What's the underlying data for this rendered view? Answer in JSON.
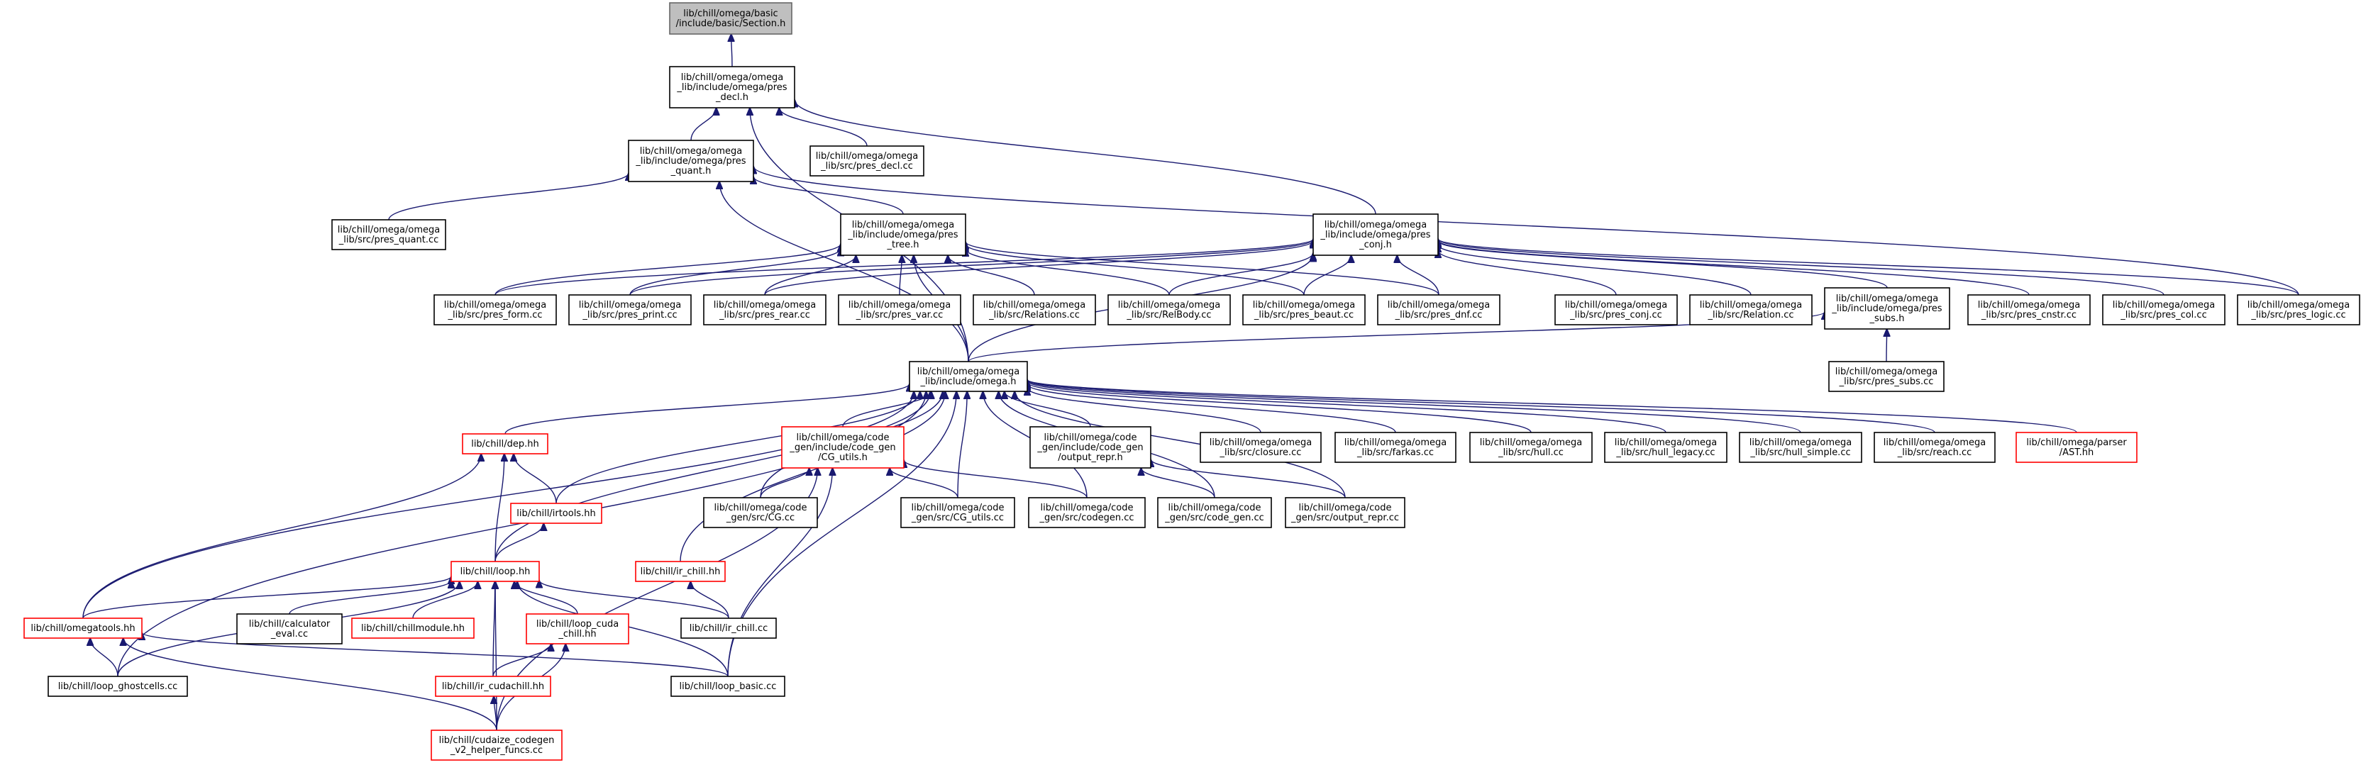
{
  "colors": {
    "edge": "#191970",
    "root_fill": "#bfbfbf",
    "root_stroke": "#666666",
    "normal_stroke": "#000000",
    "red_stroke": "#ff0000"
  },
  "nodes": [
    {
      "id": "n_section",
      "lines": [
        "lib/chill/omega/basic",
        "/include/basic/Section.h"
      ],
      "style": "root"
    },
    {
      "id": "n_pres_decl_h",
      "lines": [
        "lib/chill/omega/omega",
        "_lib/include/omega/pres",
        "_decl.h"
      ],
      "style": "normal"
    },
    {
      "id": "n_pres_quant_h",
      "lines": [
        "lib/chill/omega/omega",
        "_lib/include/omega/pres",
        "_quant.h"
      ],
      "style": "normal"
    },
    {
      "id": "n_pres_decl_cc",
      "lines": [
        "lib/chill/omega/omega",
        "_lib/src/pres_decl.cc"
      ],
      "style": "normal"
    },
    {
      "id": "n_pres_quant_cc",
      "lines": [
        "lib/chill/omega/omega",
        "_lib/src/pres_quant.cc"
      ],
      "style": "normal"
    },
    {
      "id": "n_pres_tree_h",
      "lines": [
        "lib/chill/omega/omega",
        "_lib/include/omega/pres",
        "_tree.h"
      ],
      "style": "normal"
    },
    {
      "id": "n_pres_conj_h",
      "lines": [
        "lib/chill/omega/omega",
        "_lib/include/omega/pres",
        "_conj.h"
      ],
      "style": "normal"
    },
    {
      "id": "n_pres_form_cc",
      "lines": [
        "lib/chill/omega/omega",
        "_lib/src/pres_form.cc"
      ],
      "style": "normal"
    },
    {
      "id": "n_pres_print_cc",
      "lines": [
        "lib/chill/omega/omega",
        "_lib/src/pres_print.cc"
      ],
      "style": "normal"
    },
    {
      "id": "n_pres_rear_cc",
      "lines": [
        "lib/chill/omega/omega",
        "_lib/src/pres_rear.cc"
      ],
      "style": "normal"
    },
    {
      "id": "n_pres_var_cc",
      "lines": [
        "lib/chill/omega/omega",
        "_lib/src/pres_var.cc"
      ],
      "style": "normal"
    },
    {
      "id": "n_relations_cc",
      "lines": [
        "lib/chill/omega/omega",
        "_lib/src/Relations.cc"
      ],
      "style": "normal"
    },
    {
      "id": "n_relbody_cc",
      "lines": [
        "lib/chill/omega/omega",
        "_lib/src/RelBody.cc"
      ],
      "style": "normal"
    },
    {
      "id": "n_pres_beaut_cc",
      "lines": [
        "lib/chill/omega/omega",
        "_lib/src/pres_beaut.cc"
      ],
      "style": "normal"
    },
    {
      "id": "n_pres_dnf_cc",
      "lines": [
        "lib/chill/omega/omega",
        "_lib/src/pres_dnf.cc"
      ],
      "style": "normal"
    },
    {
      "id": "n_pres_conj_cc",
      "lines": [
        "lib/chill/omega/omega",
        "_lib/src/pres_conj.cc"
      ],
      "style": "normal"
    },
    {
      "id": "n_relation_cc",
      "lines": [
        "lib/chill/omega/omega",
        "_lib/src/Relation.cc"
      ],
      "style": "normal"
    },
    {
      "id": "n_pres_subs_h",
      "lines": [
        "lib/chill/omega/omega",
        "_lib/include/omega/pres",
        "_subs.h"
      ],
      "style": "normal"
    },
    {
      "id": "n_pres_cnstr_cc",
      "lines": [
        "lib/chill/omega/omega",
        "_lib/src/pres_cnstr.cc"
      ],
      "style": "normal"
    },
    {
      "id": "n_pres_col_cc",
      "lines": [
        "lib/chill/omega/omega",
        "_lib/src/pres_col.cc"
      ],
      "style": "normal"
    },
    {
      "id": "n_pres_logic_cc",
      "lines": [
        "lib/chill/omega/omega",
        "_lib/src/pres_logic.cc"
      ],
      "style": "normal"
    },
    {
      "id": "n_omega_h",
      "lines": [
        "lib/chill/omega/omega",
        "_lib/include/omega.h"
      ],
      "style": "normal"
    },
    {
      "id": "n_pres_subs_cc",
      "lines": [
        "lib/chill/omega/omega",
        "_lib/src/pres_subs.cc"
      ],
      "style": "normal"
    },
    {
      "id": "n_dep_hh",
      "lines": [
        "lib/chill/dep.hh"
      ],
      "style": "red"
    },
    {
      "id": "n_cg_utils_h",
      "lines": [
        "lib/chill/omega/code",
        "_gen/include/code_gen",
        "/CG_utils.h"
      ],
      "style": "red"
    },
    {
      "id": "n_output_repr_h",
      "lines": [
        "lib/chill/omega/code",
        "_gen/include/code_gen",
        "/output_repr.h"
      ],
      "style": "normal"
    },
    {
      "id": "n_closure_cc",
      "lines": [
        "lib/chill/omega/omega",
        "_lib/src/closure.cc"
      ],
      "style": "normal"
    },
    {
      "id": "n_farkas_cc",
      "lines": [
        "lib/chill/omega/omega",
        "_lib/src/farkas.cc"
      ],
      "style": "normal"
    },
    {
      "id": "n_hull_cc",
      "lines": [
        "lib/chill/omega/omega",
        "_lib/src/hull.cc"
      ],
      "style": "normal"
    },
    {
      "id": "n_hull_legacy_cc",
      "lines": [
        "lib/chill/omega/omega",
        "_lib/src/hull_legacy.cc"
      ],
      "style": "normal"
    },
    {
      "id": "n_hull_simple_cc",
      "lines": [
        "lib/chill/omega/omega",
        "_lib/src/hull_simple.cc"
      ],
      "style": "normal"
    },
    {
      "id": "n_reach_cc",
      "lines": [
        "lib/chill/omega/omega",
        "_lib/src/reach.cc"
      ],
      "style": "normal"
    },
    {
      "id": "n_ast_hh",
      "lines": [
        "lib/chill/omega/parser",
        "/AST.hh"
      ],
      "style": "red"
    },
    {
      "id": "n_irtools_hh",
      "lines": [
        "lib/chill/irtools.hh"
      ],
      "style": "red"
    },
    {
      "id": "n_cg_cc",
      "lines": [
        "lib/chill/omega/code",
        "_gen/src/CG.cc"
      ],
      "style": "normal"
    },
    {
      "id": "n_cg_utils_cc",
      "lines": [
        "lib/chill/omega/code",
        "_gen/src/CG_utils.cc"
      ],
      "style": "normal"
    },
    {
      "id": "n_codegen_cc",
      "lines": [
        "lib/chill/omega/code",
        "_gen/src/codegen.cc"
      ],
      "style": "normal"
    },
    {
      "id": "n_code_gen_cc",
      "lines": [
        "lib/chill/omega/code",
        "_gen/src/code_gen.cc"
      ],
      "style": "normal"
    },
    {
      "id": "n_output_repr_cc",
      "lines": [
        "lib/chill/omega/code",
        "_gen/src/output_repr.cc"
      ],
      "style": "normal"
    },
    {
      "id": "n_loop_hh",
      "lines": [
        "lib/chill/loop.hh"
      ],
      "style": "red"
    },
    {
      "id": "n_ir_chill_hh",
      "lines": [
        "lib/chill/ir_chill.hh"
      ],
      "style": "red"
    },
    {
      "id": "n_omegatools_hh",
      "lines": [
        "lib/chill/omegatools.hh"
      ],
      "style": "red"
    },
    {
      "id": "n_calculator_eval_cc",
      "lines": [
        "lib/chill/calculator",
        "_eval.cc"
      ],
      "style": "normal"
    },
    {
      "id": "n_chillmodule_hh",
      "lines": [
        "lib/chill/chillmodule.hh"
      ],
      "style": "red"
    },
    {
      "id": "n_loop_cuda_chill_hh",
      "lines": [
        "lib/chill/loop_cuda",
        "_chill.hh"
      ],
      "style": "red"
    },
    {
      "id": "n_ir_chill_cc",
      "lines": [
        "lib/chill/ir_chill.cc"
      ],
      "style": "normal"
    },
    {
      "id": "n_loop_ghostcells_cc",
      "lines": [
        "lib/chill/loop_ghostcells.cc"
      ],
      "style": "normal"
    },
    {
      "id": "n_loop_basic_cc",
      "lines": [
        "lib/chill/loop_basic.cc"
      ],
      "style": "normal"
    },
    {
      "id": "n_ir_cudachill_hh",
      "lines": [
        "lib/chill/ir_cudachill.hh"
      ],
      "style": "red"
    },
    {
      "id": "n_cudaize_cc",
      "lines": [
        "lib/chill/cudaize_codegen",
        "_v2_helper_funcs.cc"
      ],
      "style": "red"
    }
  ]
}
